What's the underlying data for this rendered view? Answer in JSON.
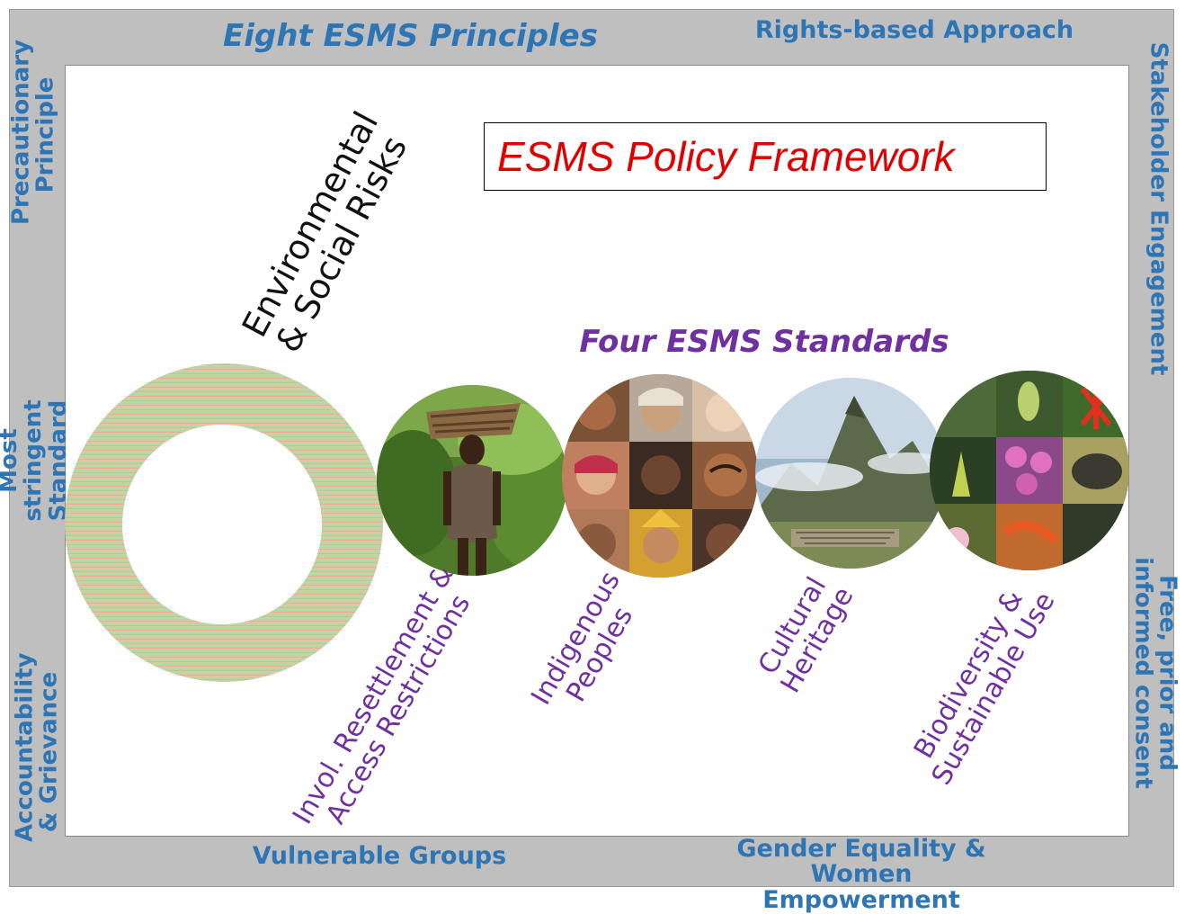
{
  "principles": {
    "title": "Eight ESMS Principles",
    "top_right": "Rights-based Approach",
    "left_top": "Precautionary Principle",
    "left_mid": "Most stringent Standard",
    "left_bottom": "Accountability & Grievance",
    "right_top": "Stakeholder Engagement",
    "right_bottom": "Free, prior and informed consent",
    "bottom_left": "Vulnerable Groups",
    "bottom_right": "Gender Equality & Women Empowerment"
  },
  "policy": {
    "label": "ESMS Policy Framework",
    "color": "#e00000"
  },
  "risks": {
    "label": "Environmental & Social Risks"
  },
  "standards": {
    "title": "Four ESMS Standards",
    "color": "#7030a0",
    "items": [
      {
        "label": "Invol. Resettlement & Access Restrictions",
        "image": "woman carrying firewood in forest"
      },
      {
        "label": "Indigenous Peoples",
        "image": "collage of indigenous faces"
      },
      {
        "label": "Cultural Heritage",
        "image": "mountain ruins landscape"
      },
      {
        "label": "Biodiversity & Sustainable Use",
        "image": "collage of plants and animals"
      }
    ]
  },
  "colors": {
    "principle_text": "#2e75b6",
    "frame": "#bfbfbf",
    "risk_text": "#111111"
  }
}
